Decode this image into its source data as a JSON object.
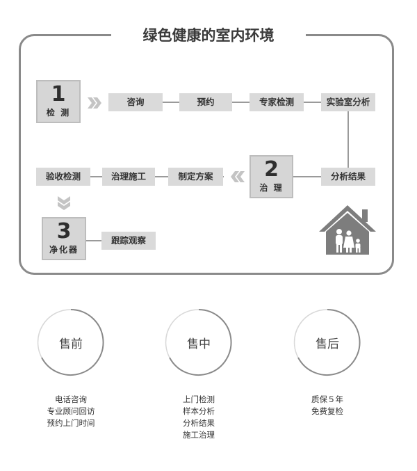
{
  "title": "绿色健康的室内环境",
  "steps": [
    {
      "num": "1",
      "label": "检 测"
    },
    {
      "num": "2",
      "label": "治 理"
    },
    {
      "num": "3",
      "label": "净化器"
    }
  ],
  "row1": [
    "咨询",
    "预约",
    "专家检测",
    "实验室分析"
  ],
  "row2": [
    "验收检测",
    "治理施工",
    "制定方案",
    "分析结果"
  ],
  "row3": [
    "跟踪观察"
  ],
  "icons": [
    "house-family-icon"
  ],
  "phases": [
    {
      "name": "售前",
      "items": [
        "电话咨询",
        "专业顾问回访",
        "预约上门时间"
      ]
    },
    {
      "name": "售中",
      "items": [
        "上门检测",
        "样本分析",
        "分析结果",
        "施工治理"
      ]
    },
    {
      "name": "售后",
      "items": [
        "质保５年",
        "免费复检"
      ]
    }
  ]
}
